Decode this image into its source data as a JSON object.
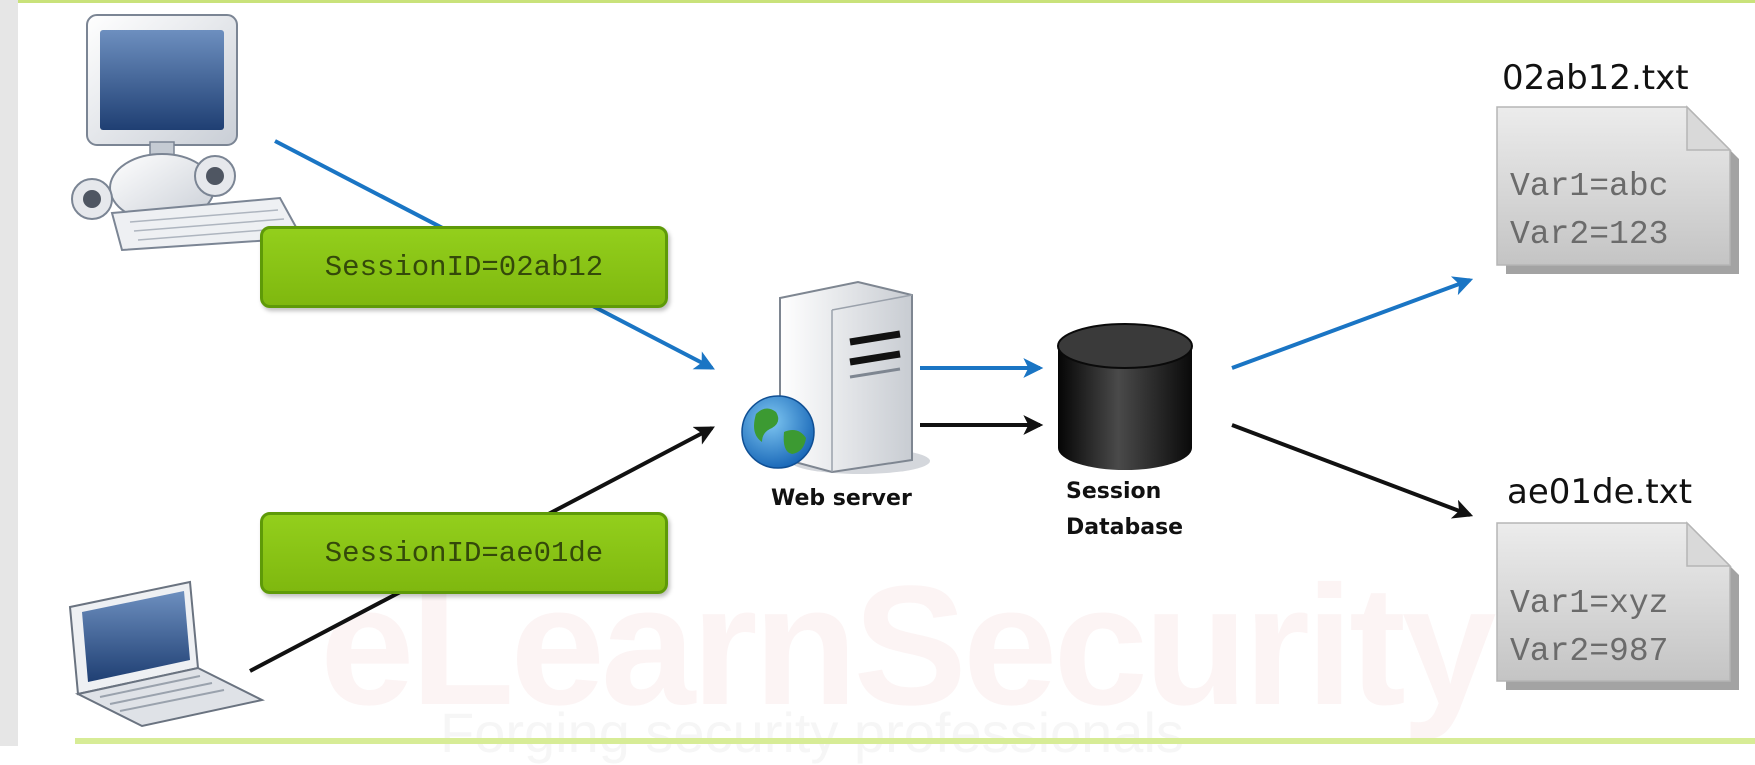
{
  "watermark": {
    "brand": "eLearnSecurity",
    "tagline": "Forging security professionals"
  },
  "clients": [
    {
      "icon": "desktop-computer-icon",
      "session_label": "SessionID=02ab12"
    },
    {
      "icon": "laptop-icon",
      "session_label": "SessionID=ae01de"
    }
  ],
  "web_server": {
    "icon": "web-server-icon",
    "label": "Web server"
  },
  "database": {
    "icon": "database-cylinder-icon",
    "label_line1": "Session",
    "label_line2": "Database"
  },
  "files": [
    {
      "name": "02ab12.txt",
      "lines": [
        "Var1=abc",
        "Var2=123"
      ]
    },
    {
      "name": "ae01de.txt",
      "lines": [
        "Var1=xyz",
        "Var2=987"
      ]
    }
  ],
  "colors": {
    "session_one_flow": "#1a75c4",
    "session_two_flow": "#111111",
    "session_box_fill": "#8cc617",
    "session_box_border": "#5e9a08"
  }
}
